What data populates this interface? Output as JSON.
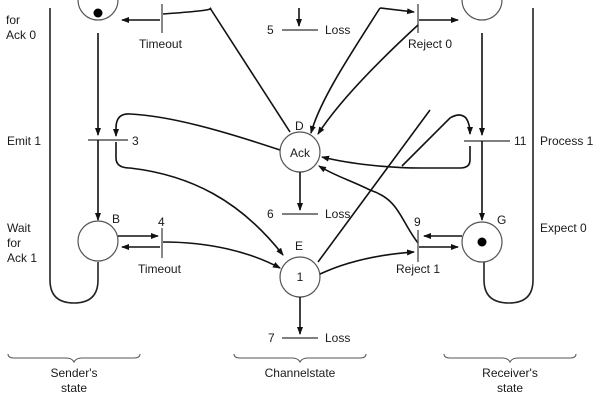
{
  "diagram": {
    "title": "Petri net model of protocol 3",
    "places": [
      {
        "id": "A",
        "label": "",
        "token": true,
        "side_label": "Wait\nfor\nAck 0",
        "visible_side_label": [
          "for",
          "Ack 0"
        ]
      },
      {
        "id": "B",
        "label": "B",
        "token": false,
        "side_label": [
          "Wait",
          "for",
          "Ack 1"
        ]
      },
      {
        "id": "D",
        "label": "D",
        "inner": "Ack"
      },
      {
        "id": "E",
        "label": "E",
        "inner": "1"
      },
      {
        "id": "F",
        "label": "",
        "token": false
      },
      {
        "id": "G",
        "label": "G",
        "token": true,
        "side_label": [
          "Expect 0"
        ]
      }
    ],
    "transitions": [
      {
        "id": "2",
        "label": "Timeout"
      },
      {
        "id": "3",
        "label": "3",
        "side_label": "Emit 1"
      },
      {
        "id": "4",
        "label": "4",
        "caption": "Timeout"
      },
      {
        "id": "5",
        "label": "5",
        "caption": "Loss"
      },
      {
        "id": "6",
        "label": "6",
        "caption": "Loss"
      },
      {
        "id": "7",
        "label": "7",
        "caption": "Loss"
      },
      {
        "id": "8",
        "label": "Reject 0"
      },
      {
        "id": "9",
        "label": "9",
        "caption": "Reject 1"
      },
      {
        "id": "11",
        "label": "11",
        "side_label": "Process 1"
      }
    ],
    "labels": {
      "for": "for",
      "ack0": "Ack 0",
      "timeout_top": "Timeout",
      "t5": "5",
      "loss5": "Loss",
      "reject0": "Reject 0",
      "emit1": "Emit 1",
      "t3": "3",
      "d": "D",
      "ack": "Ack",
      "t11": "11",
      "process1": "Process 1",
      "t6": "6",
      "loss6": "Loss",
      "wait": "Wait",
      "for2": "for",
      "ack1": "Ack 1",
      "b": "B",
      "t4": "4",
      "timeout_bottom": "Timeout",
      "e": "E",
      "one": "1",
      "t9": "9",
      "reject1": "Reject 1",
      "g": "G",
      "expect0": "Expect 0",
      "t7": "7",
      "loss7": "Loss",
      "sender1": "Sender's",
      "sender2": "state",
      "channel": "Channelstate",
      "receiver1": "Receiver's",
      "receiver2": "state"
    }
  }
}
